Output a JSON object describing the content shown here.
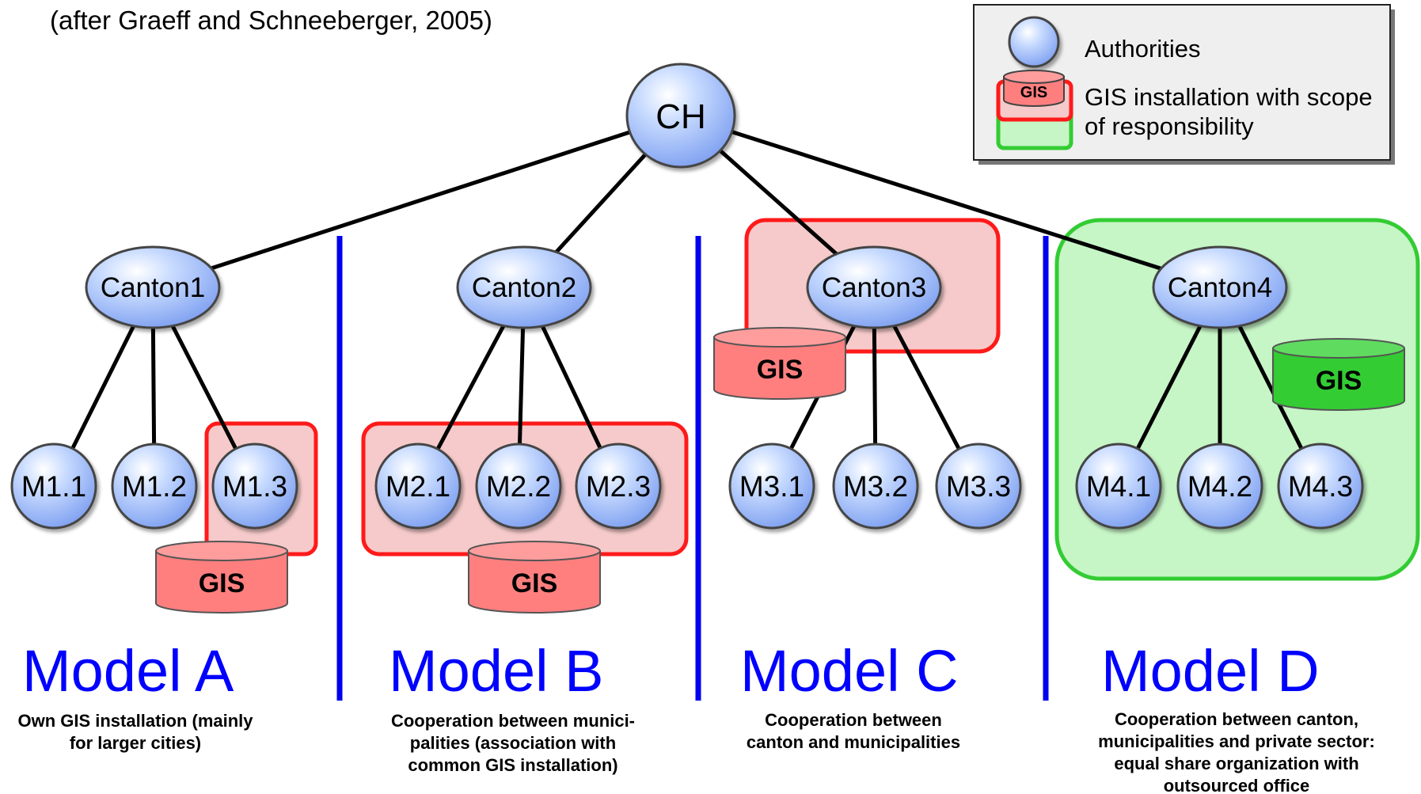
{
  "citation": "(after Graeff and Schneeberger, 2005)",
  "legend": {
    "authorities": "Authorities",
    "gis_icon": "GIS",
    "gis_scope_line1": "GIS installation with scope",
    "gis_scope_line2": "of responsibility"
  },
  "root": {
    "label": "CH"
  },
  "gis_label": "GIS",
  "colors": {
    "node_fill_light": "#c9dcff",
    "node_fill_dark": "#7d9ff0",
    "red_scope": "#ff1a1a",
    "red_scope_fill": "#f6caca",
    "green_scope": "#33cc33",
    "green_scope_fill": "#c6f5c6",
    "gis_red": "#ff7f7f",
    "gis_green": "#33cc33",
    "divider": "#0000ee",
    "model_title": "#0000ff"
  },
  "models": [
    {
      "title": "Model A",
      "canton": "Canton1",
      "municipalities": [
        "M1.1",
        "M1.2",
        "M1.3"
      ],
      "description": [
        "Own GIS installation (mainly",
        "for larger cities)"
      ]
    },
    {
      "title": "Model B",
      "canton": "Canton2",
      "municipalities": [
        "M2.1",
        "M2.2",
        "M2.3"
      ],
      "description": [
        "Cooperation between munici-",
        "palities (association  with",
        "common GIS installation)"
      ]
    },
    {
      "title": "Model C",
      "canton": "Canton3",
      "municipalities": [
        "M3.1",
        "M3.2",
        "M3.3"
      ],
      "description": [
        "Cooperation between",
        "canton and municipalities"
      ]
    },
    {
      "title": "Model D",
      "canton": "Canton4",
      "municipalities": [
        "M4.1",
        "M4.2",
        "M4.3"
      ],
      "description": [
        "Cooperation between canton,",
        "municipalities and private sector:",
        "equal share organization with",
        "outsourced office"
      ]
    }
  ]
}
